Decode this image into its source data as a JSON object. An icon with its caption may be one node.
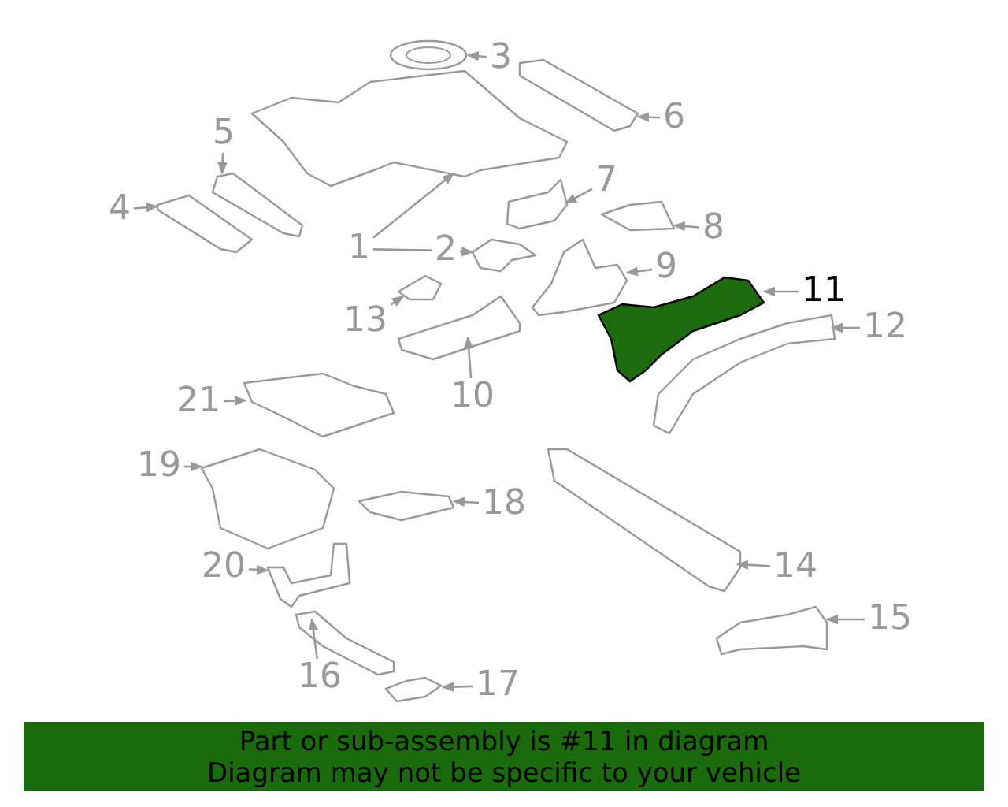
{
  "diagram": {
    "nodes": [
      {
        "text": [
          "1"
        ]
      },
      {
        "text": [
          "2"
        ]
      },
      {
        "text": [
          "3"
        ]
      },
      {
        "text": [
          "4"
        ]
      },
      {
        "text": [
          "5"
        ]
      },
      {
        "text": [
          "6"
        ]
      },
      {
        "text": [
          "7"
        ]
      },
      {
        "text": [
          "8"
        ]
      },
      {
        "text": [
          "9"
        ]
      },
      {
        "text": [
          "10"
        ]
      },
      {
        "text": [
          "11"
        ]
      },
      {
        "text": [
          "12"
        ]
      },
      {
        "text": [
          "13"
        ]
      },
      {
        "text": [
          "14"
        ]
      },
      {
        "text": [
          "15"
        ]
      },
      {
        "text": [
          "16"
        ]
      },
      {
        "text": [
          "17"
        ]
      },
      {
        "text": [
          "18"
        ]
      },
      {
        "text": [
          "19"
        ]
      },
      {
        "text": [
          "20"
        ]
      },
      {
        "text": [
          "21"
        ]
      },
      {
        "text": [],
        "shape": "picture"
      },
      {
        "text": [],
        "shape": "picture"
      },
      {
        "text": [],
        "shape": "picture"
      },
      {
        "text": [],
        "shape": "picture"
      },
      {
        "text": [],
        "shape": "picture"
      },
      {
        "text": [],
        "shape": "picture"
      },
      {
        "text": [],
        "shape": "picture"
      },
      {
        "text": [],
        "shape": "picture"
      },
      {
        "text": [],
        "shape": "picture"
      },
      {
        "text": [],
        "shape": "picture"
      },
      {
        "text": [],
        "shape": "picture"
      },
      {
        "text": [],
        "shape": "picture"
      },
      {
        "text": [],
        "shape": "picture"
      },
      {
        "text": [],
        "shape": "picture"
      },
      {
        "text": [],
        "shape": "picture"
      },
      {
        "text": [],
        "shape": "picture"
      },
      {
        "text": [],
        "shape": "picture"
      },
      {
        "text": [],
        "shape": "picture"
      },
      {
        "text": [],
        "shape": "picture"
      },
      {
        "text": [],
        "shape": "picture"
      },
      {
        "text": [],
        "shape": "picture"
      },
      {
        "text": [
          "Part or sub-assembly is #11 in diagram",
          "Diagram may not be specific to your vehicle"
        ]
      }
    ],
    "edges": [
      {
        "from": 0,
        "to": 21,
        "arrow": "to"
      },
      {
        "from": 0,
        "to": 1,
        "arrow": "none"
      },
      {
        "from": 1,
        "to": 22,
        "arrow": "to"
      },
      {
        "from": 2,
        "to": 23,
        "arrow": "to"
      },
      {
        "from": 3,
        "to": 24,
        "arrow": "to"
      },
      {
        "from": 4,
        "to": 25,
        "arrow": "to"
      },
      {
        "from": 5,
        "to": 26,
        "arrow": "to"
      },
      {
        "from": 6,
        "to": 27,
        "arrow": "to"
      },
      {
        "from": 7,
        "to": 28,
        "arrow": "to"
      },
      {
        "from": 8,
        "to": 29,
        "arrow": "to"
      },
      {
        "from": 9,
        "to": 30,
        "arrow": "to"
      },
      {
        "from": 10,
        "to": 31,
        "arrow": "to"
      },
      {
        "from": 11,
        "to": 32,
        "arrow": "to"
      },
      {
        "from": 12,
        "to": 33,
        "arrow": "to"
      },
      {
        "from": 13,
        "to": 34,
        "arrow": "to"
      },
      {
        "from": 14,
        "to": 35,
        "arrow": "to"
      },
      {
        "from": 15,
        "to": 36,
        "arrow": "to"
      },
      {
        "from": 16,
        "to": 37,
        "arrow": "to"
      },
      {
        "from": 17,
        "to": 38,
        "arrow": "to"
      },
      {
        "from": 18,
        "to": 39,
        "arrow": "to"
      },
      {
        "from": 19,
        "to": 40,
        "arrow": "to"
      },
      {
        "from": 20,
        "to": 41,
        "arrow": "to"
      }
    ]
  }
}
